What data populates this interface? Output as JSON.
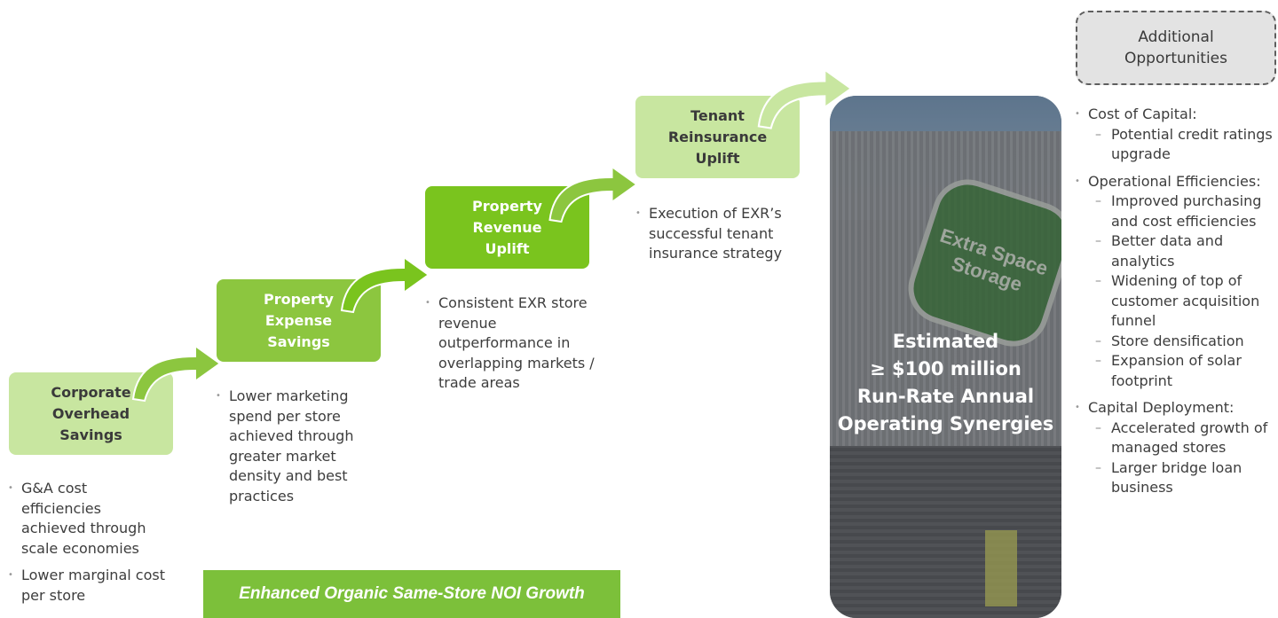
{
  "steps": [
    {
      "title": "Corporate\nOverhead\nSavings",
      "bullets": [
        "G&A cost efficiencies achieved through scale economies",
        "Lower marginal cost per store"
      ]
    },
    {
      "title": "Property\nExpense\nSavings",
      "bullets": [
        "Lower marketing spend per store achieved through greater market density and best practices"
      ]
    },
    {
      "title": "Property\nRevenue\nUplift",
      "bullets": [
        "Consistent EXR store revenue outperformance in overlapping markets / trade areas"
      ]
    },
    {
      "title": "Tenant\nReinsurance\nUplift",
      "bullets": [
        "Execution of EXR’s successful tenant insurance strategy"
      ]
    }
  ],
  "bottom_bar": "Enhanced Organic Same-Store NOI Growth",
  "center": {
    "caption": "Estimated\n≥ $100 million\nRun-Rate Annual\nOperating Synergies",
    "sign_text": "Extra Space\nStorage"
  },
  "additional": {
    "title": "Additional\nOpportunities",
    "groups": [
      {
        "label": "Cost of Capital:",
        "items": [
          "Potential credit ratings upgrade"
        ]
      },
      {
        "label": "Operational Efficiencies:",
        "items": [
          "Improved purchasing and cost efficiencies",
          "Better data and analytics",
          "Widening of top of customer acquisition funnel",
          "Store densification",
          "Expansion of solar footprint"
        ]
      },
      {
        "label": "Capital Deployment:",
        "items": [
          "Accelerated growth of managed stores",
          "Larger bridge loan business"
        ]
      }
    ]
  },
  "colors": {
    "light_green": "#c8e6a0",
    "mid_green": "#8cc63f",
    "bright_green": "#7ac41e",
    "bar_green": "#7cc03a"
  }
}
